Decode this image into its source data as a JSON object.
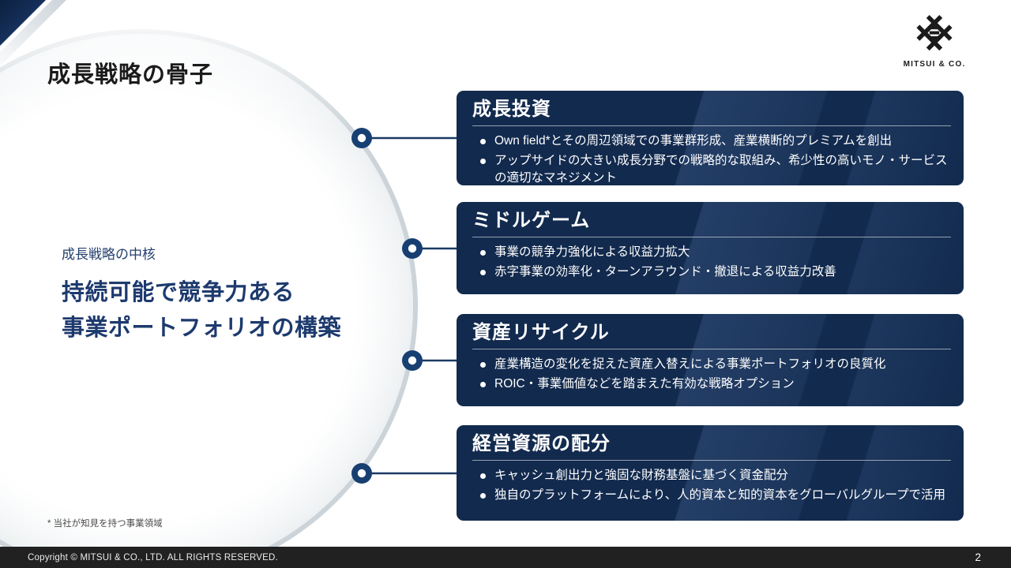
{
  "slide": {
    "title": "成長戦略の骨子",
    "footnote": "* 当社が知見を持つ事業領域",
    "footer_copyright": "Copyright © MITSUI & CO., LTD. ALL RIGHTS RESERVED.",
    "page_number": "2"
  },
  "logo": {
    "company": "MITSUI & CO.",
    "icon": "mitsui-igeta-icon"
  },
  "core_message": {
    "label": "成長戦略の中核",
    "heading_line1": "持続可能で競争力ある",
    "heading_line2": "事業ポートフォリオの構築"
  },
  "boxes": [
    {
      "title": "成長投資",
      "bullets": [
        "Own field*とその周辺領域での事業群形成、産業横断的プレミアムを創出",
        "アップサイドの大きい成長分野での戦略的な取組み、希少性の高いモノ・サービスの適切なマネジメント"
      ]
    },
    {
      "title": "ミドルゲーム",
      "bullets": [
        "事業の競争力強化による収益力拡大",
        "赤字事業の効率化・ターンアラウンド・撤退による収益力改善"
      ]
    },
    {
      "title": "資産リサイクル",
      "bullets": [
        "産業構造の変化を捉えた資産入替えによる事業ポートフォリオの良質化",
        "ROIC・事業価値などを踏まえた有効な戦略オプション"
      ]
    },
    {
      "title": "経営資源の配分",
      "bullets": [
        "キャッシュ創出力と強固な財務基盤に基づく資金配分",
        "独自のプラットフォームにより、人的資本と知的資本をグローバルグループで活用"
      ]
    }
  ],
  "colors": {
    "box_navy": "#122a4e",
    "connector_navy": "#1b3a63",
    "dot_navy": "#183f72",
    "heading_navy": "#1d3a6e",
    "circle_edge_gray": "#ccd4d9",
    "footer_black": "#212121"
  }
}
